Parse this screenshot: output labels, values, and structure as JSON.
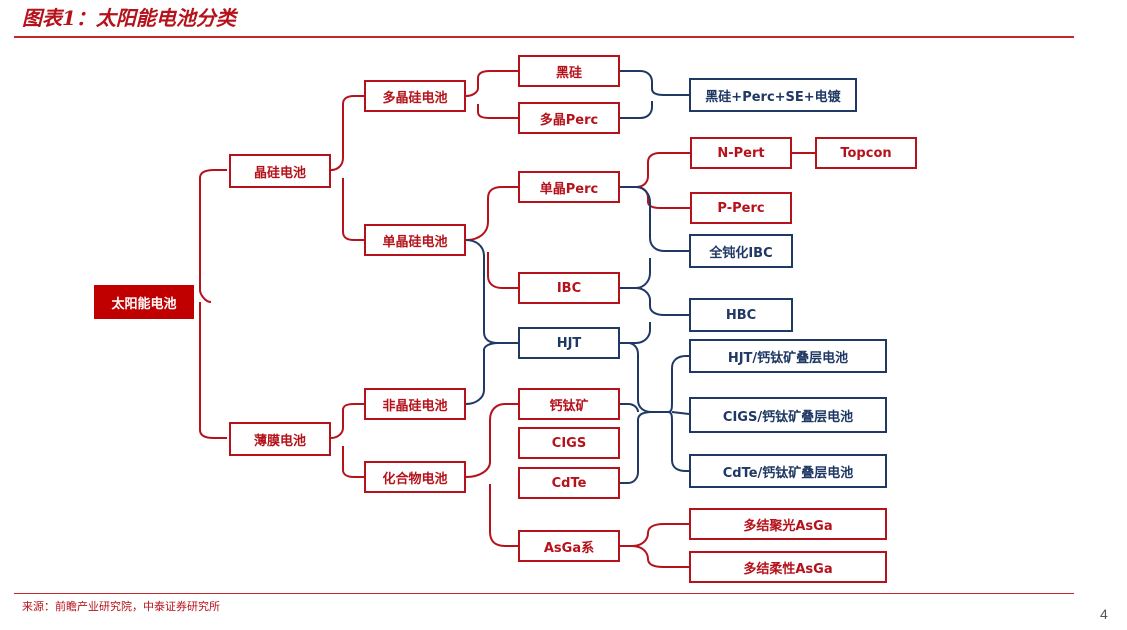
{
  "header": {
    "title": "图表1：太阳能电池分类"
  },
  "diagram": {
    "root": "太阳能电池",
    "crystalline": "晶硅电池",
    "thin_film": "薄膜电池",
    "multi_si": "多晶硅电池",
    "mono_si": "单晶硅电池",
    "amorphous": "非晶硅电池",
    "compound": "化合物电池",
    "black_si": "黑硅",
    "multi_perc": "多晶Perc",
    "black_combo": "黑硅+Perc+SE+电镀",
    "mono_perc": "单晶Perc",
    "n_pert": "N-Pert",
    "topcon": "Topcon",
    "p_perc": "P-Perc",
    "full_passivation_ibc": "全钝化IBC",
    "ibc": "IBC",
    "hbc": "HBC",
    "hjt": "HJT",
    "hjt_perovskite": "HJT/钙钛矿叠层电池",
    "perovskite": "钙钛矿",
    "cigs": "CIGS",
    "cigs_perovskite": "CIGS/钙钛矿叠层电池",
    "cdte": "CdTe",
    "cdte_perovskite": "CdTe/钙钛矿叠层电池",
    "asga": "AsGa系",
    "multi_junction_concentrator": "多结聚光AsGa",
    "multi_junction_flexible": "多结柔性AsGa"
  },
  "footer": {
    "source": "来源：前瞻产业研究院，中泰证券研究所",
    "page_number": "4"
  },
  "colors": {
    "red": "#b5121b",
    "navy": "#1f3864",
    "root_fill": "#c00000"
  }
}
